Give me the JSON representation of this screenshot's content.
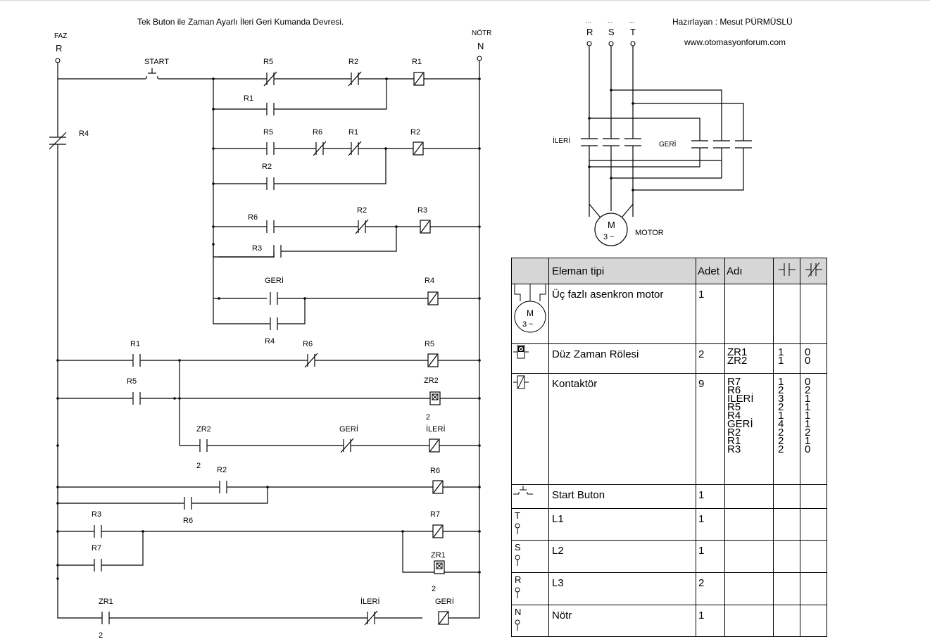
{
  "title": "Tek Buton ile Zaman Ayarlı İleri Geri Kumanda Devresi.",
  "author": "Hazırlayan : Mesut PÜRMÜSLÜ",
  "website": "www.otomasyonforum.com",
  "ladder": {
    "phase_top": "FAZ",
    "phase": "R",
    "neutral_top": "NÖTR",
    "neutral": "N",
    "start": "START",
    "r5": "R5",
    "r2": "R2",
    "r1": "R1",
    "r6": "R6",
    "r3": "R3",
    "r4": "R4",
    "r7": "R7",
    "geri": "GERİ",
    "ileri": "İLERİ",
    "zr1": "ZR1",
    "zr2": "ZR2",
    "two": "2"
  },
  "power": {
    "r": "R",
    "s": "S",
    "t": "T",
    "dots": "...",
    "ileri": "İLERİ",
    "geri": "GERİ",
    "motor_label": "MOTOR",
    "motor_m": "M",
    "motor_phase": "3 ~"
  },
  "table": {
    "header": {
      "type": "Eleman tipi",
      "count": "Adet",
      "name": "Adı"
    },
    "rows": [
      {
        "type": "Üç fazlı asenkron motor",
        "count": "1",
        "names": [],
        "no": [],
        "nc": [],
        "icon": "motor-icon",
        "icon_m": "M",
        "icon_p": "3 ~"
      },
      {
        "type": "Düz Zaman Rölesi",
        "count": "2",
        "names": [
          "ZR1",
          "ZR2"
        ],
        "no": [
          "1",
          "1"
        ],
        "nc": [
          "0",
          "0"
        ],
        "icon": "timer-relay-icon"
      },
      {
        "type": "Kontaktör",
        "count": "9",
        "names": [
          "R7",
          "R6",
          "İLERİ",
          "R5",
          "R4",
          "GERİ",
          "R2",
          "R1",
          "R3"
        ],
        "no": [
          "1",
          "2",
          "3",
          "2",
          "1",
          "4",
          "2",
          "2",
          "2"
        ],
        "nc": [
          "0",
          "2",
          "1",
          "1",
          "1",
          "1",
          "2",
          "1",
          "0"
        ],
        "icon": "contactor-coil-icon"
      },
      {
        "type": "Start Buton",
        "count": "1",
        "names": [],
        "no": [],
        "nc": [],
        "icon": "push-button-icon"
      },
      {
        "type": "L1",
        "count": "1",
        "names": [],
        "no": [],
        "nc": [],
        "icon": "terminal-icon",
        "icon_letter": "T"
      },
      {
        "type": "L2",
        "count": "1",
        "names": [],
        "no": [],
        "nc": [],
        "icon": "terminal-icon",
        "icon_letter": "S"
      },
      {
        "type": "L3",
        "count": "2",
        "names": [],
        "no": [],
        "nc": [],
        "icon": "terminal-icon",
        "icon_letter": "R"
      },
      {
        "type": "Nötr",
        "count": "1",
        "names": [],
        "no": [],
        "nc": [],
        "icon": "terminal-icon",
        "icon_letter": "N"
      }
    ]
  }
}
